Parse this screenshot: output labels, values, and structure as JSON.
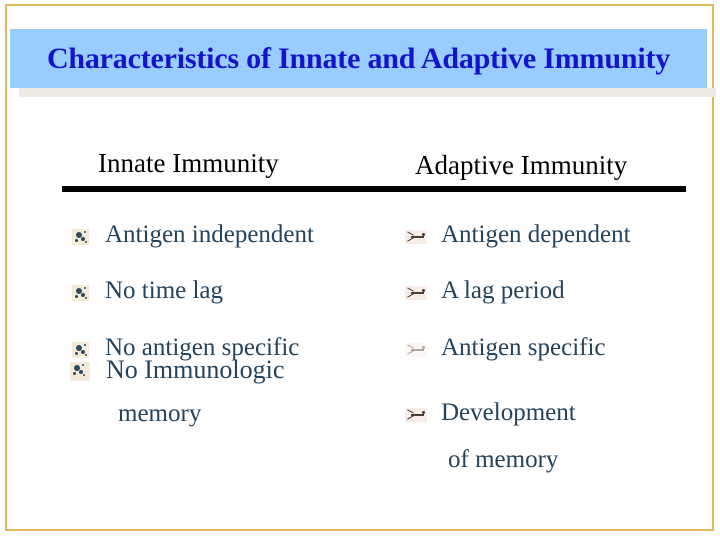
{
  "slide": {
    "title": "Characteristics of Innate and Adaptive Immunity",
    "border_color": "#e0b860",
    "banner_color": "#99ccff",
    "title_color": "#1414cc",
    "body_text_color": "#24435c",
    "header_text_color": "#000000",
    "background_color": "#ffffff"
  },
  "table": {
    "columns": [
      {
        "header": "Innate Immunity",
        "bullet_icon": "cell-microbe-icon"
      },
      {
        "header": "Adaptive Immunity",
        "bullet_icon": "antibody-icon"
      }
    ],
    "innate_items": [
      {
        "label": "Antigen independent"
      },
      {
        "label": "No time lag"
      },
      {
        "label": "No antigen specific"
      },
      {
        "label": "No Immunologic",
        "continuation": "memory"
      }
    ],
    "adaptive_items": [
      {
        "label": "Antigen dependent"
      },
      {
        "label": "A lag period"
      },
      {
        "label": "Antigen specific"
      },
      {
        "label": "Development",
        "continuation": "of memory"
      }
    ]
  }
}
